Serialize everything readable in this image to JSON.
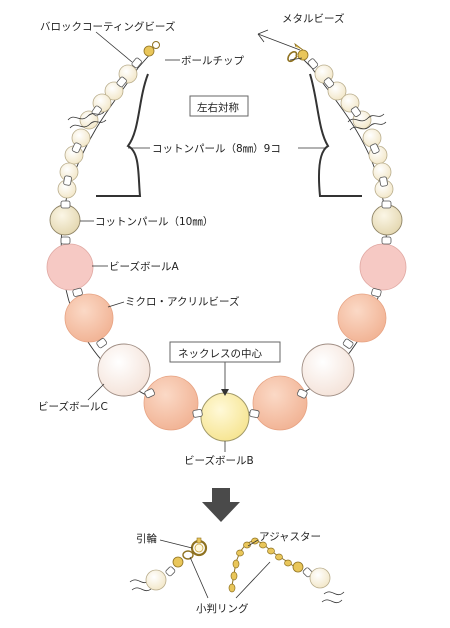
{
  "labels": {
    "baroque_coating_beads": "バロックコーティングビーズ",
    "metal_beads": "メタルビーズ",
    "ball_chip": "ボールチップ",
    "symmetric": "左右対称",
    "cotton_pearl_8mm": "コットンパール（8㎜）9コ",
    "cotton_pearl_10mm": "コットンパール（10㎜）",
    "bead_ball_a": "ビーズボールA",
    "micro_acrylic_beads": "ミクロ・アクリルビーズ",
    "necklace_center": "ネックレスの中心",
    "bead_ball_c": "ビーズボールC",
    "bead_ball_b": "ビーズボールB",
    "spring_ring": "引輪",
    "adjuster": "アジャスター",
    "jump_ring": "小判リング"
  },
  "colors": {
    "cotton_pearl": "#f7efd8",
    "cotton_pearl_10mm": "#ede3c2",
    "bead_ball_a": "#f6c9c4",
    "micro_acrylic": "#f7c3a6",
    "bead_ball_c": "#fbeee6",
    "bead_ball_b": "#fbefb0",
    "gold": "#e6c25a"
  },
  "icons": {
    "arrow": "down-arrow-icon"
  }
}
